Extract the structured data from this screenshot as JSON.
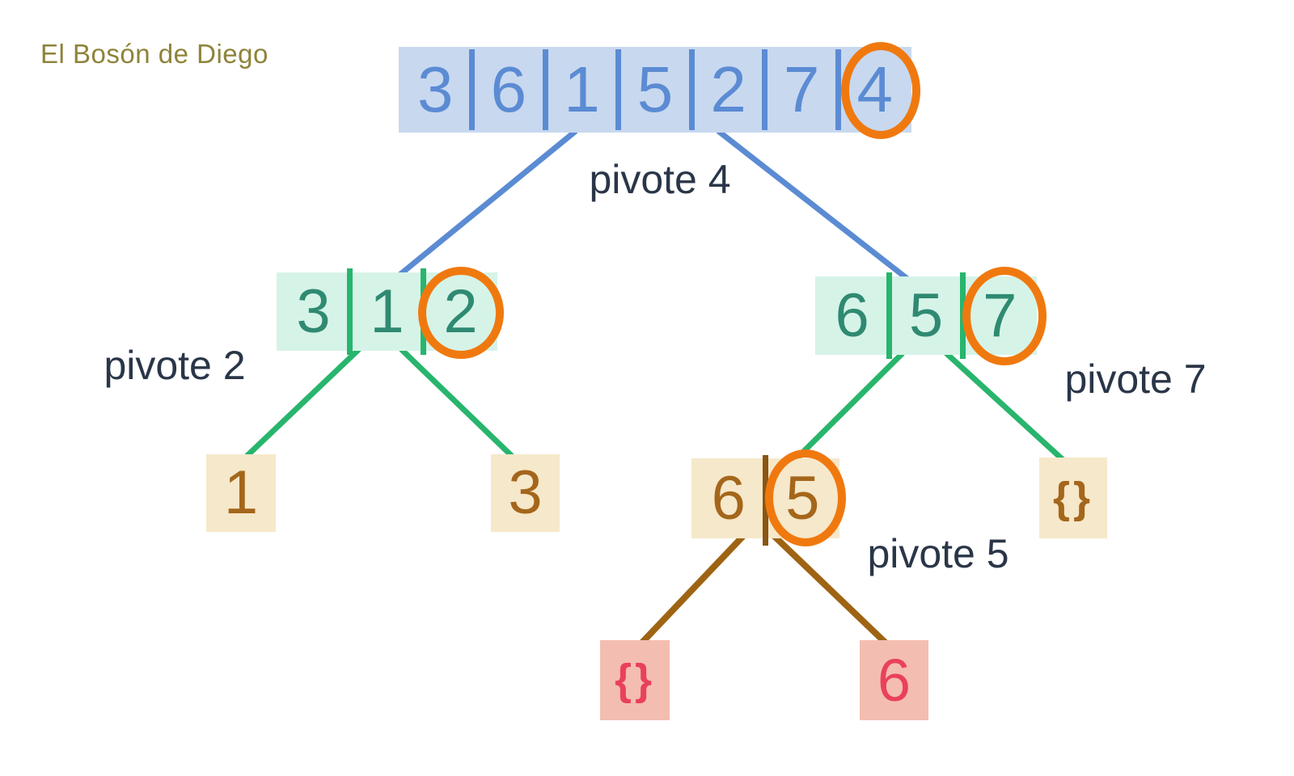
{
  "watermark": "El Bosón de Diego",
  "colors": {
    "root_fill": "#c8d8ef",
    "root_accent": "#5b8bd3",
    "mint_fill": "#d6f3e7",
    "green_accent": "#28b56d",
    "teal_text": "#2f8a72",
    "tan_fill": "#f6e8ca",
    "brown_text": "#a4661b",
    "brown_edge": "#9e6414",
    "pink_fill": "#f4bdb1",
    "red_text": "#e9415c",
    "circle_orange": "#f0790f",
    "label_text": "#2a3648"
  },
  "tree": {
    "root": {
      "cells": [
        "3",
        "6",
        "1",
        "5",
        "2",
        "7",
        "4"
      ],
      "pivot_label": "pivote 4",
      "circled": "4"
    },
    "left": {
      "cells": [
        "3",
        "1",
        "2"
      ],
      "pivot_label": "pivote 2",
      "circled": "2"
    },
    "right": {
      "cells": [
        "6",
        "5",
        "7"
      ],
      "pivot_label": "pivote 7",
      "circled": "7"
    },
    "left_left": {
      "cells": [
        "1"
      ]
    },
    "left_right": {
      "cells": [
        "3"
      ]
    },
    "right_left": {
      "cells": [
        "6",
        "5"
      ],
      "pivot_label": "pivote 5",
      "circled": "5"
    },
    "right_right": {
      "cells": [
        "{}"
      ]
    },
    "right_left_left": {
      "cells": [
        "{}"
      ]
    },
    "right_left_right": {
      "cells": [
        "6"
      ]
    }
  }
}
